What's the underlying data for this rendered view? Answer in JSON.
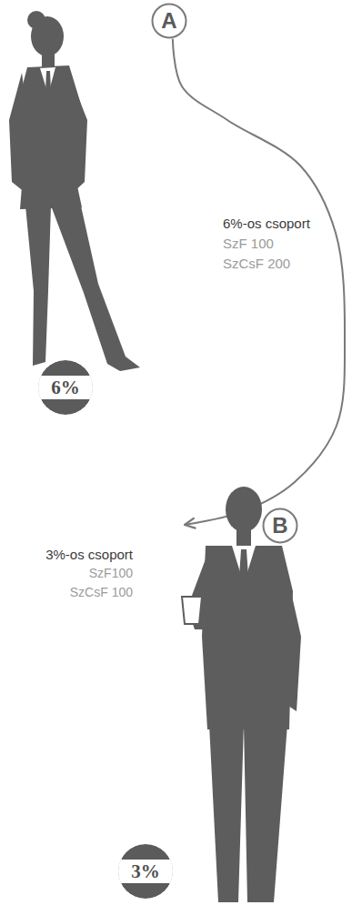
{
  "diagram": {
    "nodes": [
      {
        "text": [
          "A"
        ]
      },
      {
        "text": [
          "6%"
        ]
      },
      {
        "text": [
          "3%-os csoport",
          "SzF100",
          "SzCsF 100"
        ]
      },
      {
        "text": [
          "B"
        ],
        "in": 2
      },
      {
        "text": [
          "3%"
        ]
      }
    ],
    "edges": [
      {
        "from": 0,
        "to": 2,
        "arrow": "to"
      }
    ],
    "labels": [
      "6%-os csoport",
      "SzF 100",
      "SzCsF 200"
    ]
  }
}
